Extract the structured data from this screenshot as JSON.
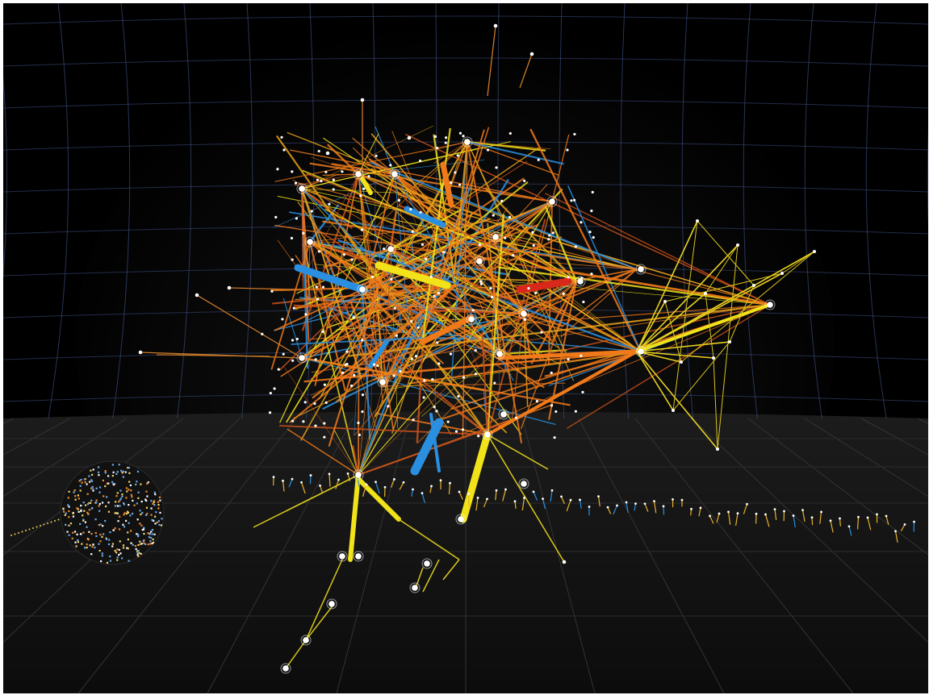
{
  "page": {
    "link_text": "",
    "background": "#000000",
    "link_color": "#2a3de0"
  },
  "palette": {
    "grid": "#3b4a7a",
    "floor": "#1b1b1b",
    "orange": "#f07a1a",
    "yellow": "#f2e21a",
    "blue": "#2a8fe0",
    "red": "#d8281a",
    "node": "#ffffff"
  },
  "scene": {
    "elements": [
      "network-graph",
      "node-sphere",
      "floor-node-trail",
      "grid-dome"
    ]
  }
}
